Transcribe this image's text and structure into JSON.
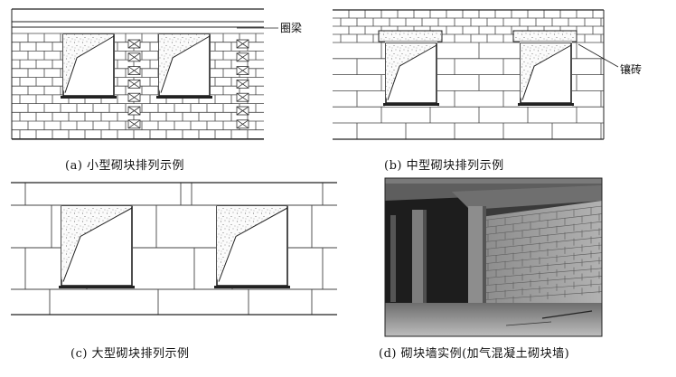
{
  "panels": {
    "a": {
      "caption": "(a) 小型砌块排列示例",
      "callout": "圈梁"
    },
    "b": {
      "caption": "(b) 中型砌块排列示例",
      "callout": "镶砖"
    },
    "c": {
      "caption": "(c) 大型砌块排列示例"
    },
    "d": {
      "caption": "(d) 砌块墙实例(加气混凝土砌块墙)"
    }
  }
}
